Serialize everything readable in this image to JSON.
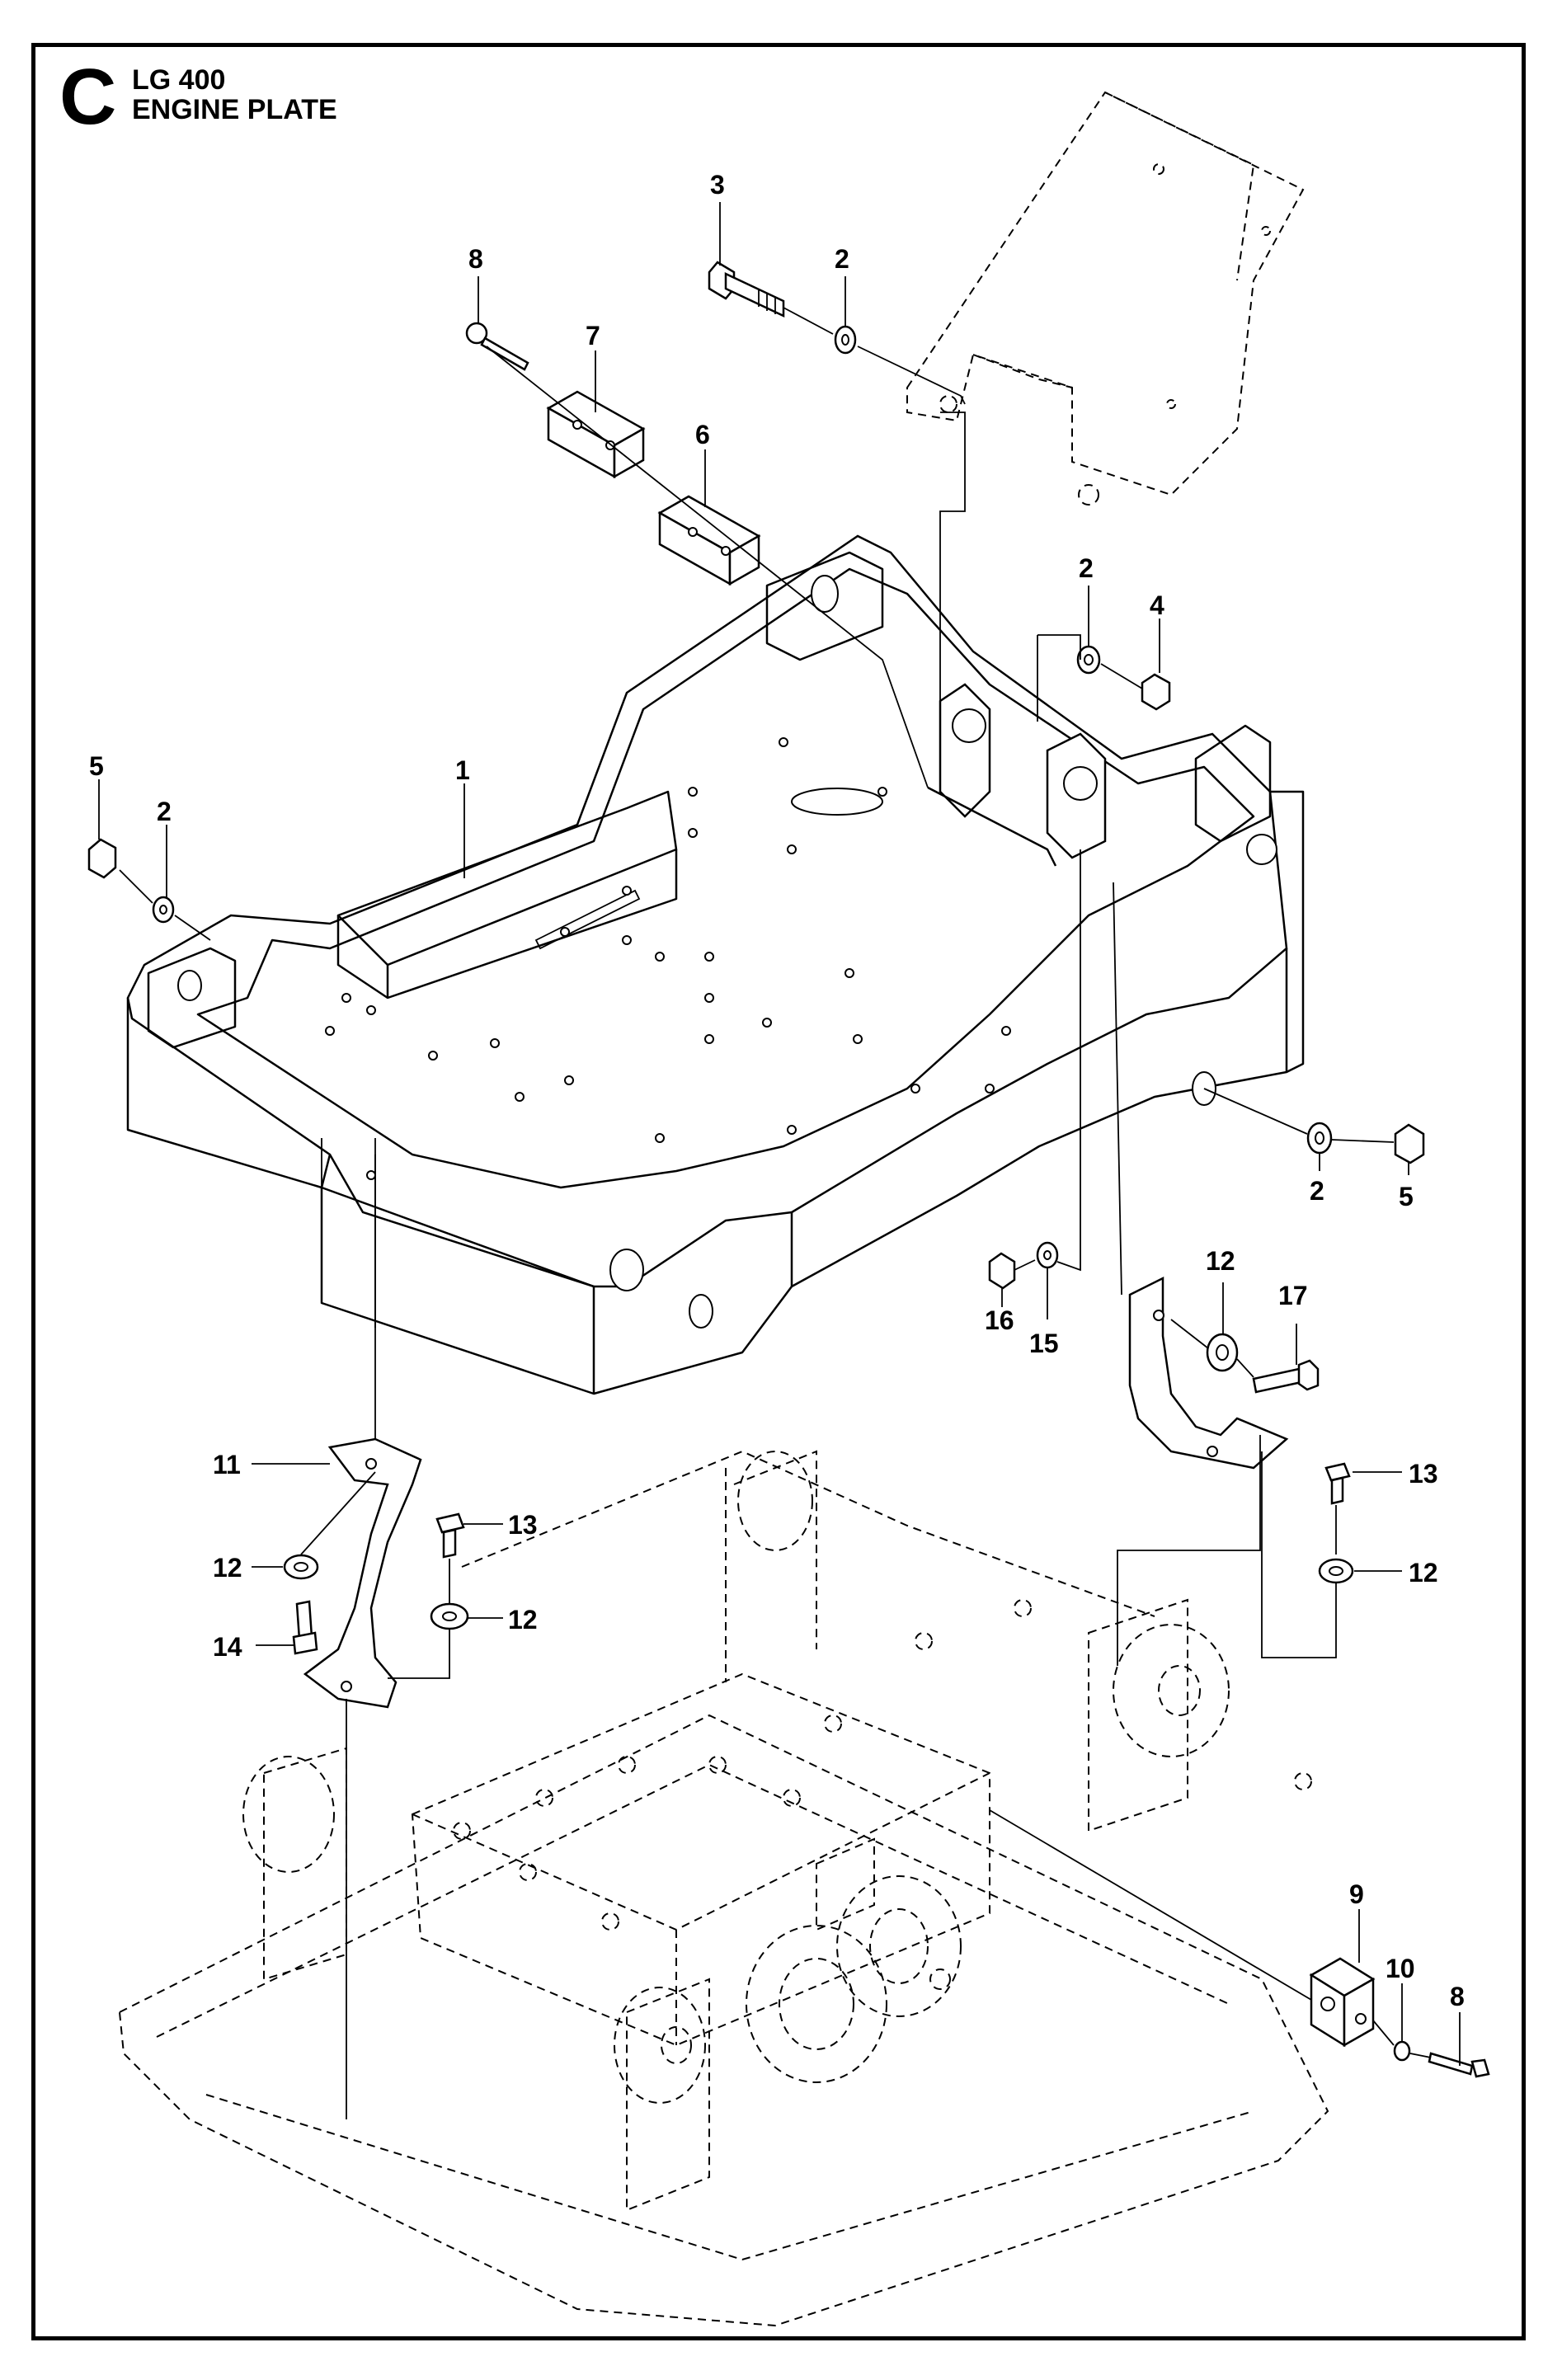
{
  "header": {
    "section_letter": "C",
    "model": "LG 400",
    "title": "ENGINE PLATE"
  },
  "callouts": [
    {
      "id": "c1",
      "label": "1"
    },
    {
      "id": "c2a",
      "label": "2"
    },
    {
      "id": "c2b",
      "label": "2"
    },
    {
      "id": "c2c",
      "label": "2"
    },
    {
      "id": "c2d",
      "label": "2"
    },
    {
      "id": "c3",
      "label": "3"
    },
    {
      "id": "c4",
      "label": "4"
    },
    {
      "id": "c5a",
      "label": "5"
    },
    {
      "id": "c5b",
      "label": "5"
    },
    {
      "id": "c6",
      "label": "6"
    },
    {
      "id": "c7",
      "label": "7"
    },
    {
      "id": "c8a",
      "label": "8"
    },
    {
      "id": "c8b",
      "label": "8"
    },
    {
      "id": "c9",
      "label": "9"
    },
    {
      "id": "c10",
      "label": "10"
    },
    {
      "id": "c11",
      "label": "11"
    },
    {
      "id": "c12a",
      "label": "12"
    },
    {
      "id": "c12b",
      "label": "12"
    },
    {
      "id": "c12c",
      "label": "12"
    },
    {
      "id": "c12d",
      "label": "12"
    },
    {
      "id": "c13a",
      "label": "13"
    },
    {
      "id": "c13b",
      "label": "13"
    },
    {
      "id": "c14",
      "label": "14"
    },
    {
      "id": "c15",
      "label": "15"
    },
    {
      "id": "c16",
      "label": "16"
    },
    {
      "id": "c17",
      "label": "17"
    }
  ]
}
